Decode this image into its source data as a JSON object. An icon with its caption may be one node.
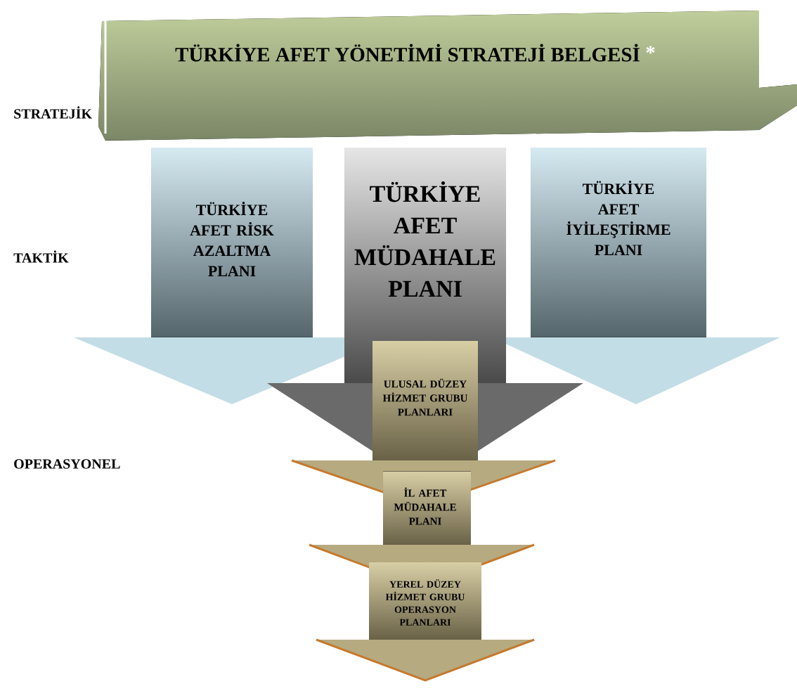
{
  "diagram": {
    "nodes": [
      {
        "text": [
          "TÜRKİYE AFET YÖNETİMİ STRATEJİ BELGESİ",
          "*"
        ]
      },
      {
        "text": [
          "TÜRKİYE AFET RİSK AZALTMA PLANI"
        ]
      },
      {
        "text": [
          "TÜRKİYE AFET MÜDAHALE PLANI"
        ]
      },
      {
        "text": [
          "TÜRKİYE AFET İYİLEŞTİRME PLANI"
        ]
      },
      {
        "text": [
          "ULUSAL DÜZEY HİZMET GRUBU PLANLARI"
        ]
      },
      {
        "text": [
          "İL AFET MÜDAHALE PLANI"
        ]
      },
      {
        "text": [
          "YEREL DÜZEY HİZMET GRUBU OPERASYON PLANLARI"
        ]
      }
    ],
    "labels": [
      "STRATEJİK",
      "TAKTİK",
      "OPERASYONEL"
    ]
  }
}
